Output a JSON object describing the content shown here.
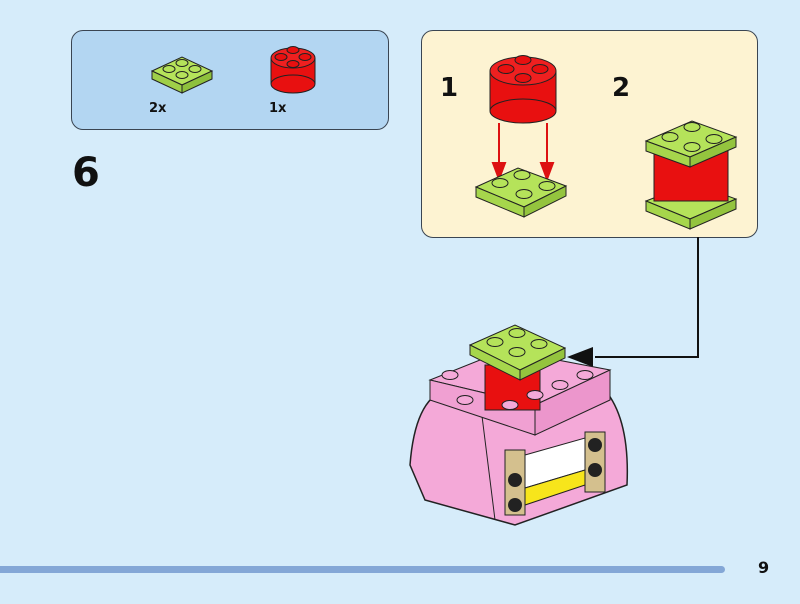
{
  "page_number": "9",
  "step_number": "6",
  "parts_list": {
    "items": [
      {
        "name": "lime-2x2-plate",
        "count": "2x",
        "color": "#b5e35a"
      },
      {
        "name": "red-2x2-round-brick",
        "count": "1x",
        "color": "#e81010"
      }
    ]
  },
  "sub_steps": [
    {
      "label": "1"
    },
    {
      "label": "2"
    }
  ],
  "colors": {
    "background": "#d6ecfa",
    "parts_box": "#b3d6f2",
    "sub_step_box": "#fdf3d2",
    "lime": "#b5e35a",
    "red": "#e81010",
    "pink": "#f4a9d8",
    "tan": "#d4c08e",
    "yellow": "#f7e51b",
    "progress_bar": "#84a7d6"
  }
}
